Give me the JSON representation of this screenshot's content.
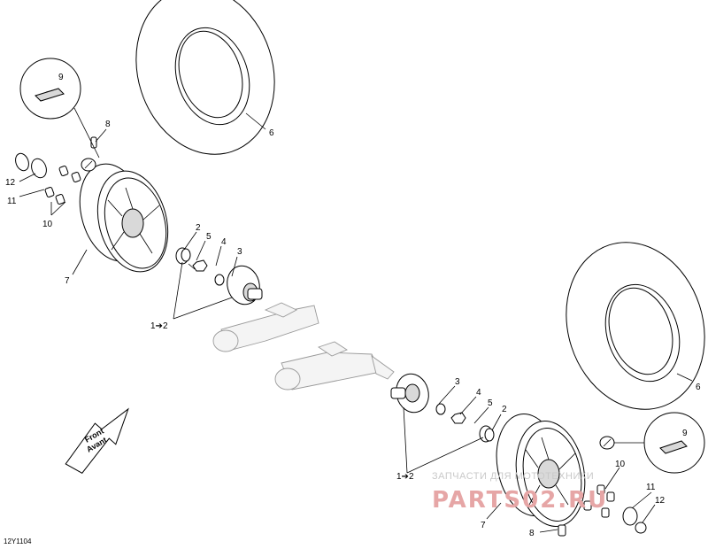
{
  "diagram": {
    "code": "12Y1104",
    "front_label_en": "Front",
    "front_label_fr": "Avant",
    "callouts": {
      "c9_top": "9",
      "c8_top": "8",
      "c6_top": "6",
      "c12_left": "12",
      "c11_left": "11",
      "c10_left": "10",
      "c7_left": "7",
      "c2_left": "2",
      "c5_left": "5",
      "c4_left": "4",
      "c3_left": "3",
      "c12_kit_left": "1➔2",
      "c6_right": "6",
      "c3_right": "3",
      "c4_right": "4",
      "c5_right": "5",
      "c2_right": "2",
      "c9_right": "9",
      "c10_right": "10",
      "c11_right": "11",
      "c12_right": "12",
      "c7_right": "7",
      "c8_bottom": "8",
      "c12_kit_right": "1➔2"
    }
  },
  "watermark": {
    "line1": "ЗАПЧАСТИ ДЛЯ МОТОТЕХНИКИ",
    "line2": "PARTS02.RU"
  }
}
